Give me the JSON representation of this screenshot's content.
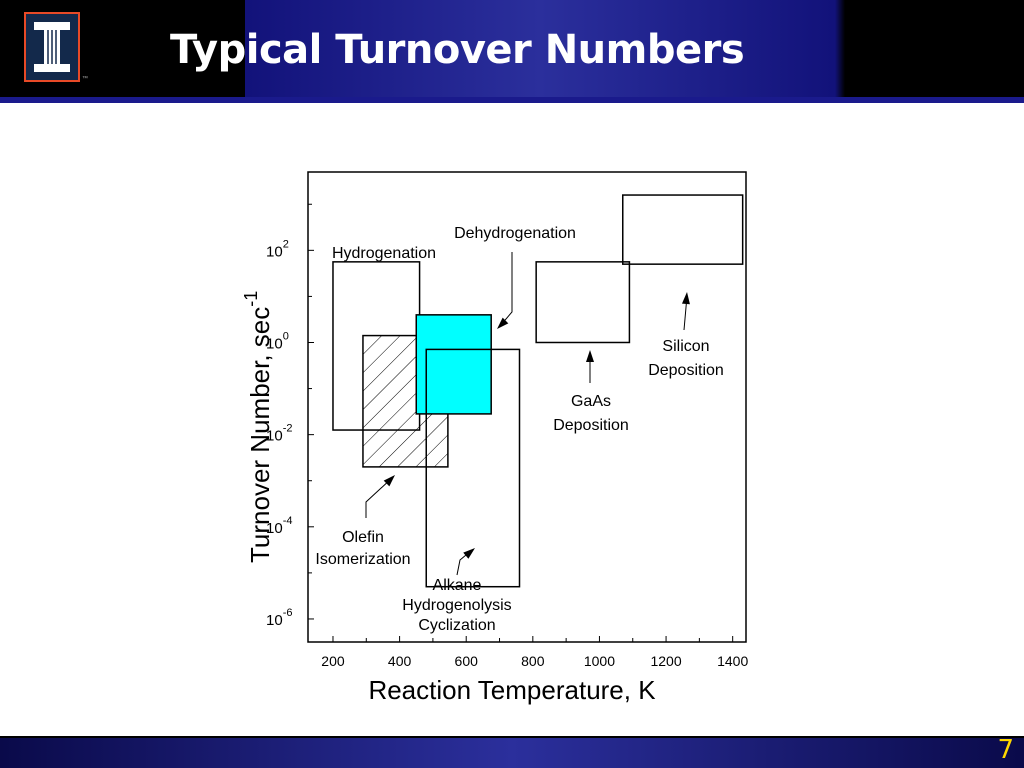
{
  "slide": {
    "title": "Typical Turnover Numbers",
    "page_number": "7",
    "logo_tm": "™"
  },
  "chart_data": {
    "type": "box-ranges",
    "title": "",
    "xlabel": "Reaction Temperature, K",
    "ylabel_main": "Turnover Number, sec",
    "ylabel_exp": "-1",
    "y_scale": "log",
    "xlim": [
      125,
      1440
    ],
    "ylim_log10": [
      -6.5,
      3.7
    ],
    "x_ticks": [
      200,
      400,
      600,
      800,
      1000,
      1200,
      1400
    ],
    "y_ticks_log10": [
      2,
      0,
      -2,
      -4,
      -6
    ],
    "y_tick_base": "10",
    "y_tick_exps": [
      "2",
      "0",
      "-2",
      "-4",
      "-6"
    ],
    "grid": false,
    "regions": [
      {
        "name": "Hydrogenation",
        "x": [
          200,
          460
        ],
        "y_log10": [
          -1.9,
          1.75
        ],
        "fill": "none",
        "lines": [
          "Hydrogenation"
        ]
      },
      {
        "name": "Olefin Isomerization",
        "x": [
          290,
          545
        ],
        "y_log10": [
          -2.7,
          0.15
        ],
        "fill": "hatch",
        "lines": [
          "Olefin",
          "Isomerization"
        ]
      },
      {
        "name": "Dehydrogenation",
        "x": [
          450,
          675
        ],
        "y_log10": [
          -1.55,
          0.6
        ],
        "fill": "#00ffff",
        "lines": [
          "Dehydrogenation"
        ]
      },
      {
        "name": "Alkane Hydrogenolysis Cyclization",
        "x": [
          480,
          760
        ],
        "y_log10": [
          -5.3,
          -0.15
        ],
        "fill": "none",
        "lines": [
          "Alkane",
          "Hydrogenolysis",
          "Cyclization"
        ]
      },
      {
        "name": "GaAs Deposition",
        "x": [
          810,
          1090
        ],
        "y_log10": [
          0.0,
          1.75
        ],
        "fill": "none",
        "lines": [
          "GaAs",
          "Deposition"
        ]
      },
      {
        "name": "Silicon Deposition",
        "x": [
          1070,
          1430
        ],
        "y_log10": [
          1.7,
          3.2
        ],
        "fill": "none",
        "lines": [
          "Silicon",
          "Deposition"
        ]
      }
    ]
  }
}
